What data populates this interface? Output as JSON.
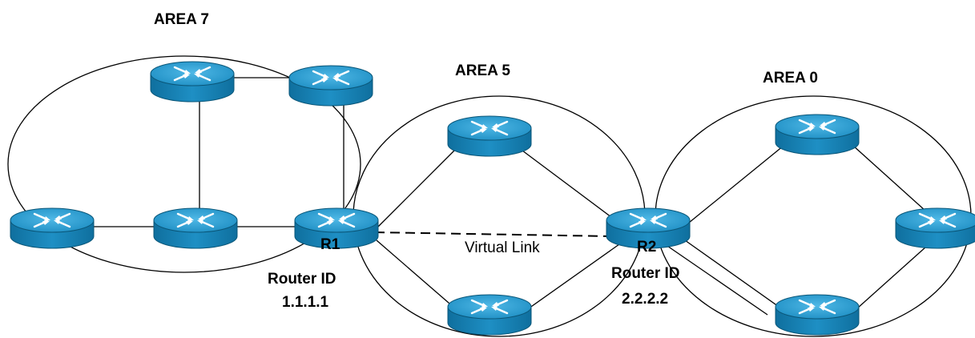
{
  "areas": {
    "area7": "AREA 7",
    "area5": "AREA 5",
    "area0": "AREA 0"
  },
  "routers": {
    "r1": {
      "name": "R1",
      "id_label": "Router ID",
      "id_value": "1.1.1.1"
    },
    "r2": {
      "name": "R2",
      "id_label": "Router ID",
      "id_value": "2.2.2.2"
    }
  },
  "virtual_link": {
    "label": "Virtual Link"
  },
  "colors": {
    "router_top": "#2a9fd0",
    "router_side": "#1778a8",
    "router_mark": "#ffffff"
  },
  "icon": "cisco-router-icon"
}
